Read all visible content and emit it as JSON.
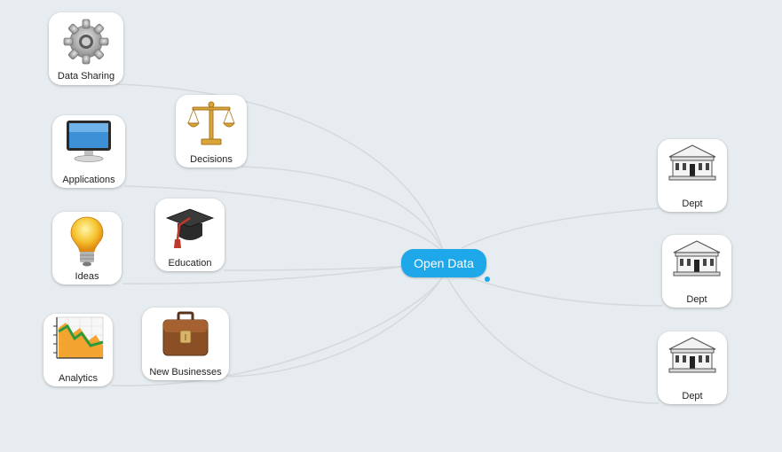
{
  "mindmap": {
    "center": {
      "label": "Open Data"
    },
    "left_topics": [
      {
        "label": "Data Sharing",
        "icon": "gear-icon"
      },
      {
        "label": "Decisions",
        "icon": "scales-icon"
      },
      {
        "label": "Applications",
        "icon": "monitor-icon"
      },
      {
        "label": "Education",
        "icon": "graduation-cap-icon"
      },
      {
        "label": "Ideas",
        "icon": "light-bulb-icon"
      },
      {
        "label": "Analytics",
        "icon": "chart-icon"
      },
      {
        "label": "New Businesses",
        "icon": "briefcase-icon"
      }
    ],
    "right_topics": [
      {
        "label": "Dept",
        "icon": "building-icon"
      },
      {
        "label": "Dept",
        "icon": "building-icon"
      },
      {
        "label": "Dept",
        "icon": "building-icon"
      }
    ]
  },
  "colors": {
    "background": "#e6ecef",
    "center_topic": "#1ea7e9",
    "connector": "#d3d9dc",
    "card": "#ffffff"
  }
}
